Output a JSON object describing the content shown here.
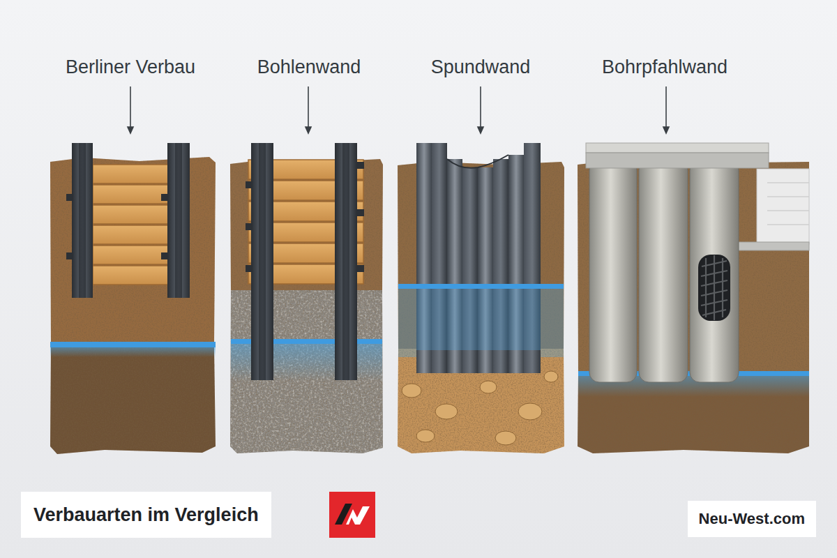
{
  "diagram": {
    "title": "Verbauarten im Vergleich",
    "labels": [
      "Berliner Verbau",
      "Bohlenwand",
      "Spundwand",
      "Bohrpfahlwand",
      "Neu-West.com"
    ]
  }
}
